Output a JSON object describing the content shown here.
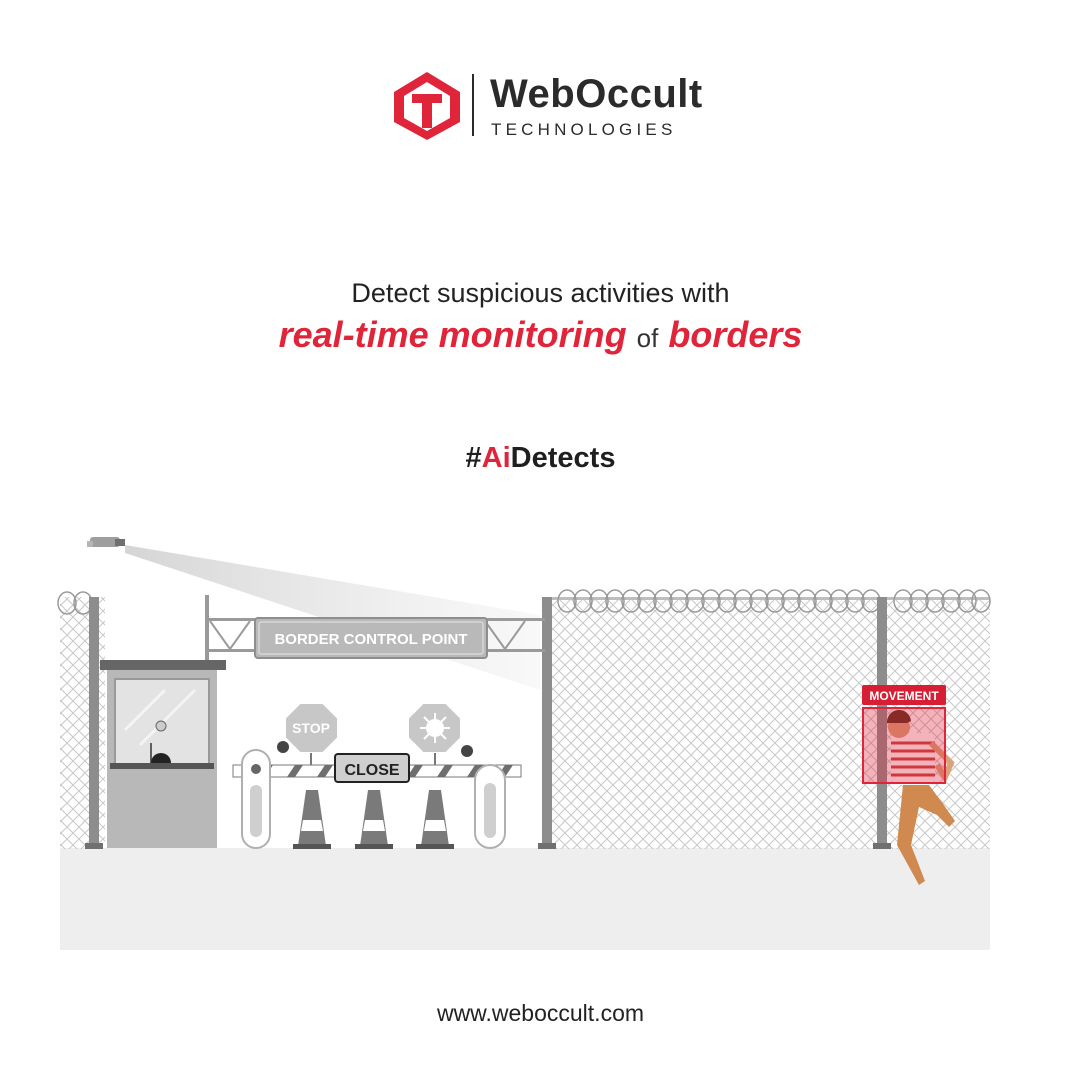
{
  "brand": {
    "name_part1": "Web",
    "name_part2": "Occult",
    "tagline": "TECHNOLOGIES",
    "logo_icon": "webocult-arrow-shield-icon",
    "accent_color": "#e0243a"
  },
  "headline": {
    "line1": "Detect suspicious activities with",
    "phrase1": "real-time monitoring",
    "connector": "of",
    "phrase2": "borders"
  },
  "hashtag": {
    "prefix": "#",
    "highlight": "Ai",
    "suffix": "Detects"
  },
  "scene": {
    "sign_text": "BORDER CONTROL POINT",
    "stop_text": "STOP",
    "close_text": "CLOSE",
    "detection_label": "MOVEMENT",
    "icons": [
      "security-camera-icon",
      "virus-sign-icon",
      "traffic-cone-icon",
      "razor-wire-icon"
    ]
  },
  "footer": {
    "website": "www.weboccult.com"
  }
}
